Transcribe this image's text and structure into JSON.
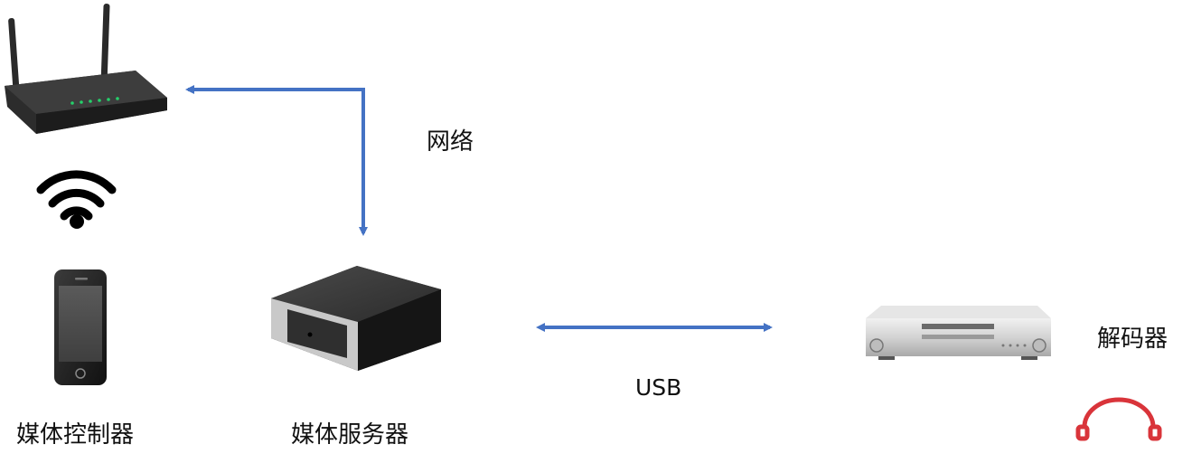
{
  "labels": {
    "network": "网络",
    "usb": "USB",
    "media_controller": "媒体控制器",
    "media_server": "媒体服务器",
    "decoder": "解码器"
  },
  "colors": {
    "arrow": "#4472C4",
    "device_dark": "#3a3a3a",
    "headphone": "#d9343a"
  },
  "icons": [
    "router-icon",
    "wifi-icon",
    "smartphone-icon",
    "media-server-icon",
    "decoder-player-icon",
    "headphones-icon"
  ]
}
